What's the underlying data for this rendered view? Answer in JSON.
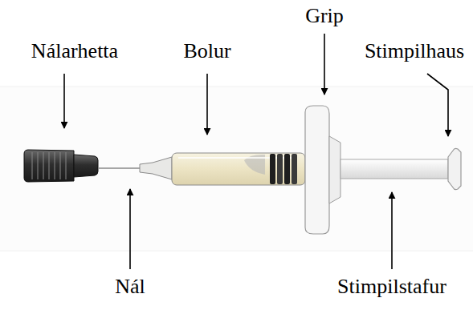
{
  "diagram": {
    "labels": [
      "Nálarhetta",
      "Bolur",
      "Grip",
      "Stimpilhaus",
      "Nál",
      "Stimpilstafur"
    ]
  }
}
